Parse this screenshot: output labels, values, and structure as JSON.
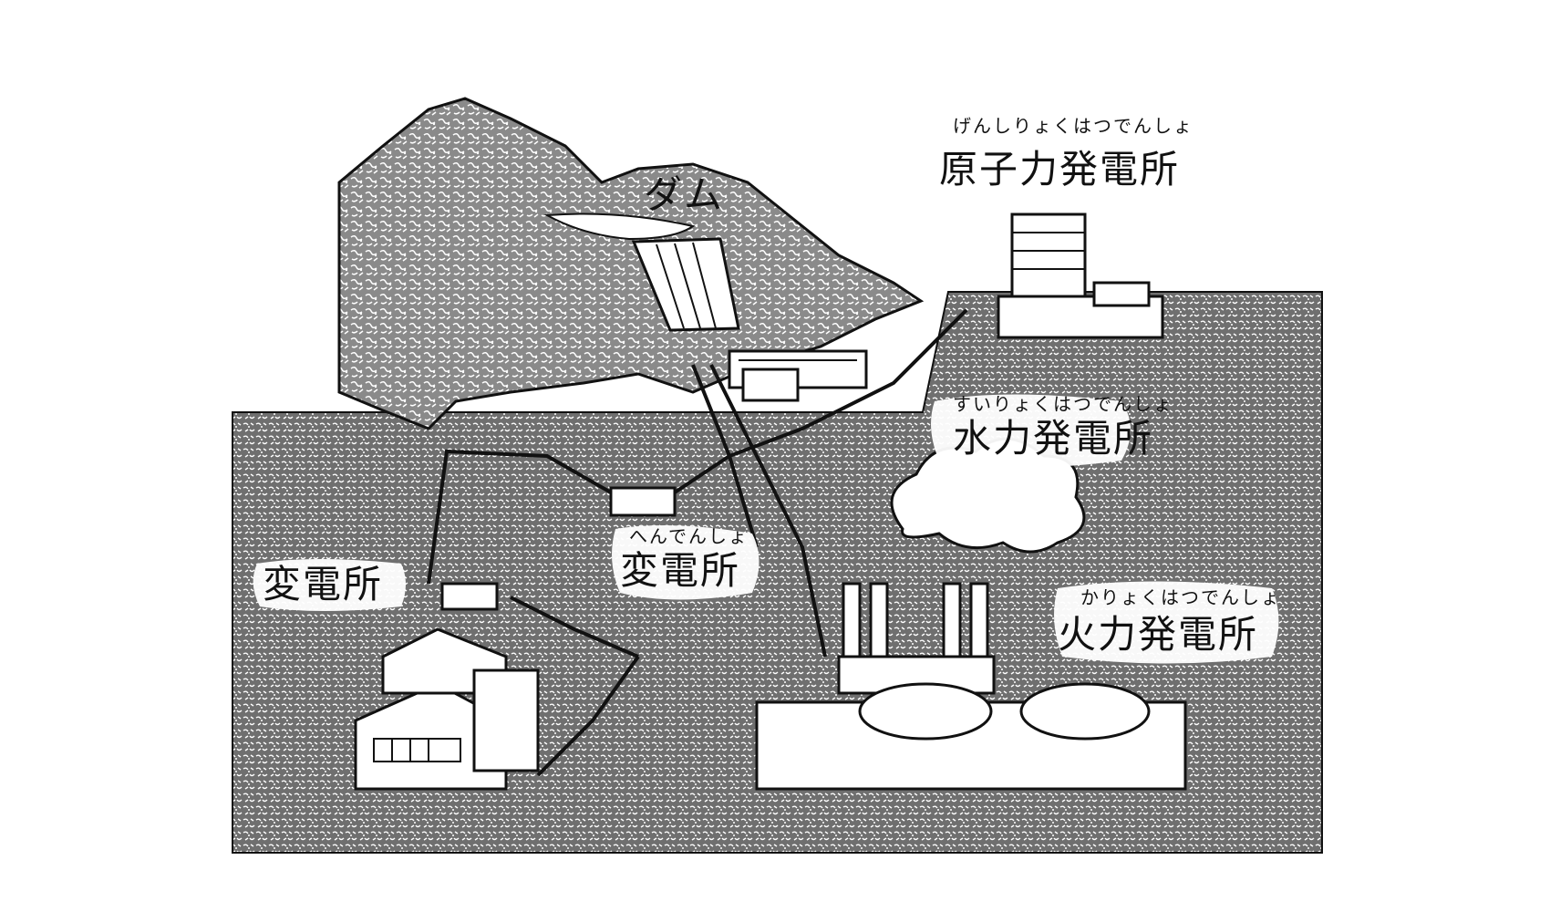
{
  "labels": {
    "dam": "ダム",
    "nuclear": {
      "ruby": "げんしりょくはつでんしょ",
      "main": "原子力発電所"
    },
    "hydro": {
      "ruby": "すいりょくはつでんしょ",
      "main": "水力発電所"
    },
    "substation_center": {
      "ruby": "へんでんしょ",
      "main": "変電所"
    },
    "substation_left": {
      "main": "変電所"
    },
    "thermal": {
      "ruby": "かりょくはつでんしょ",
      "main": "火力発電所"
    }
  },
  "colors": {
    "ink": "#111111",
    "paper": "#ffffff",
    "ground": "#7a7a7a",
    "mountain": "#8c8c8c"
  }
}
